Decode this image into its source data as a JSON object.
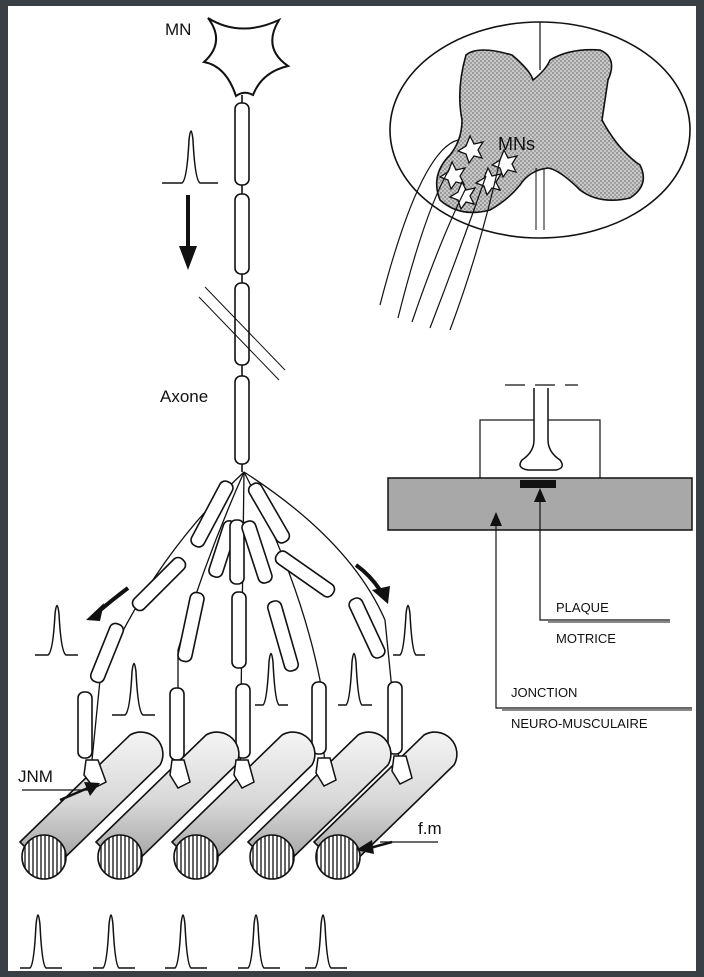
{
  "labels": {
    "mn": "MN",
    "mns": "MNs",
    "axone": "Axone",
    "plaque_line1": "PLAQUE",
    "plaque_line2": "MOTRICE",
    "jonction_line1": "JONCTION",
    "jonction_line2": "NEURO-MUSCULAIRE",
    "jnm": "JNM",
    "fm": "f.m"
  },
  "colors": {
    "background": "#3a3f44",
    "paper": "#ffffff",
    "ink": "#111111",
    "gray_matter": "#b5b5b5",
    "muscle_band": "#a8a8a8"
  }
}
